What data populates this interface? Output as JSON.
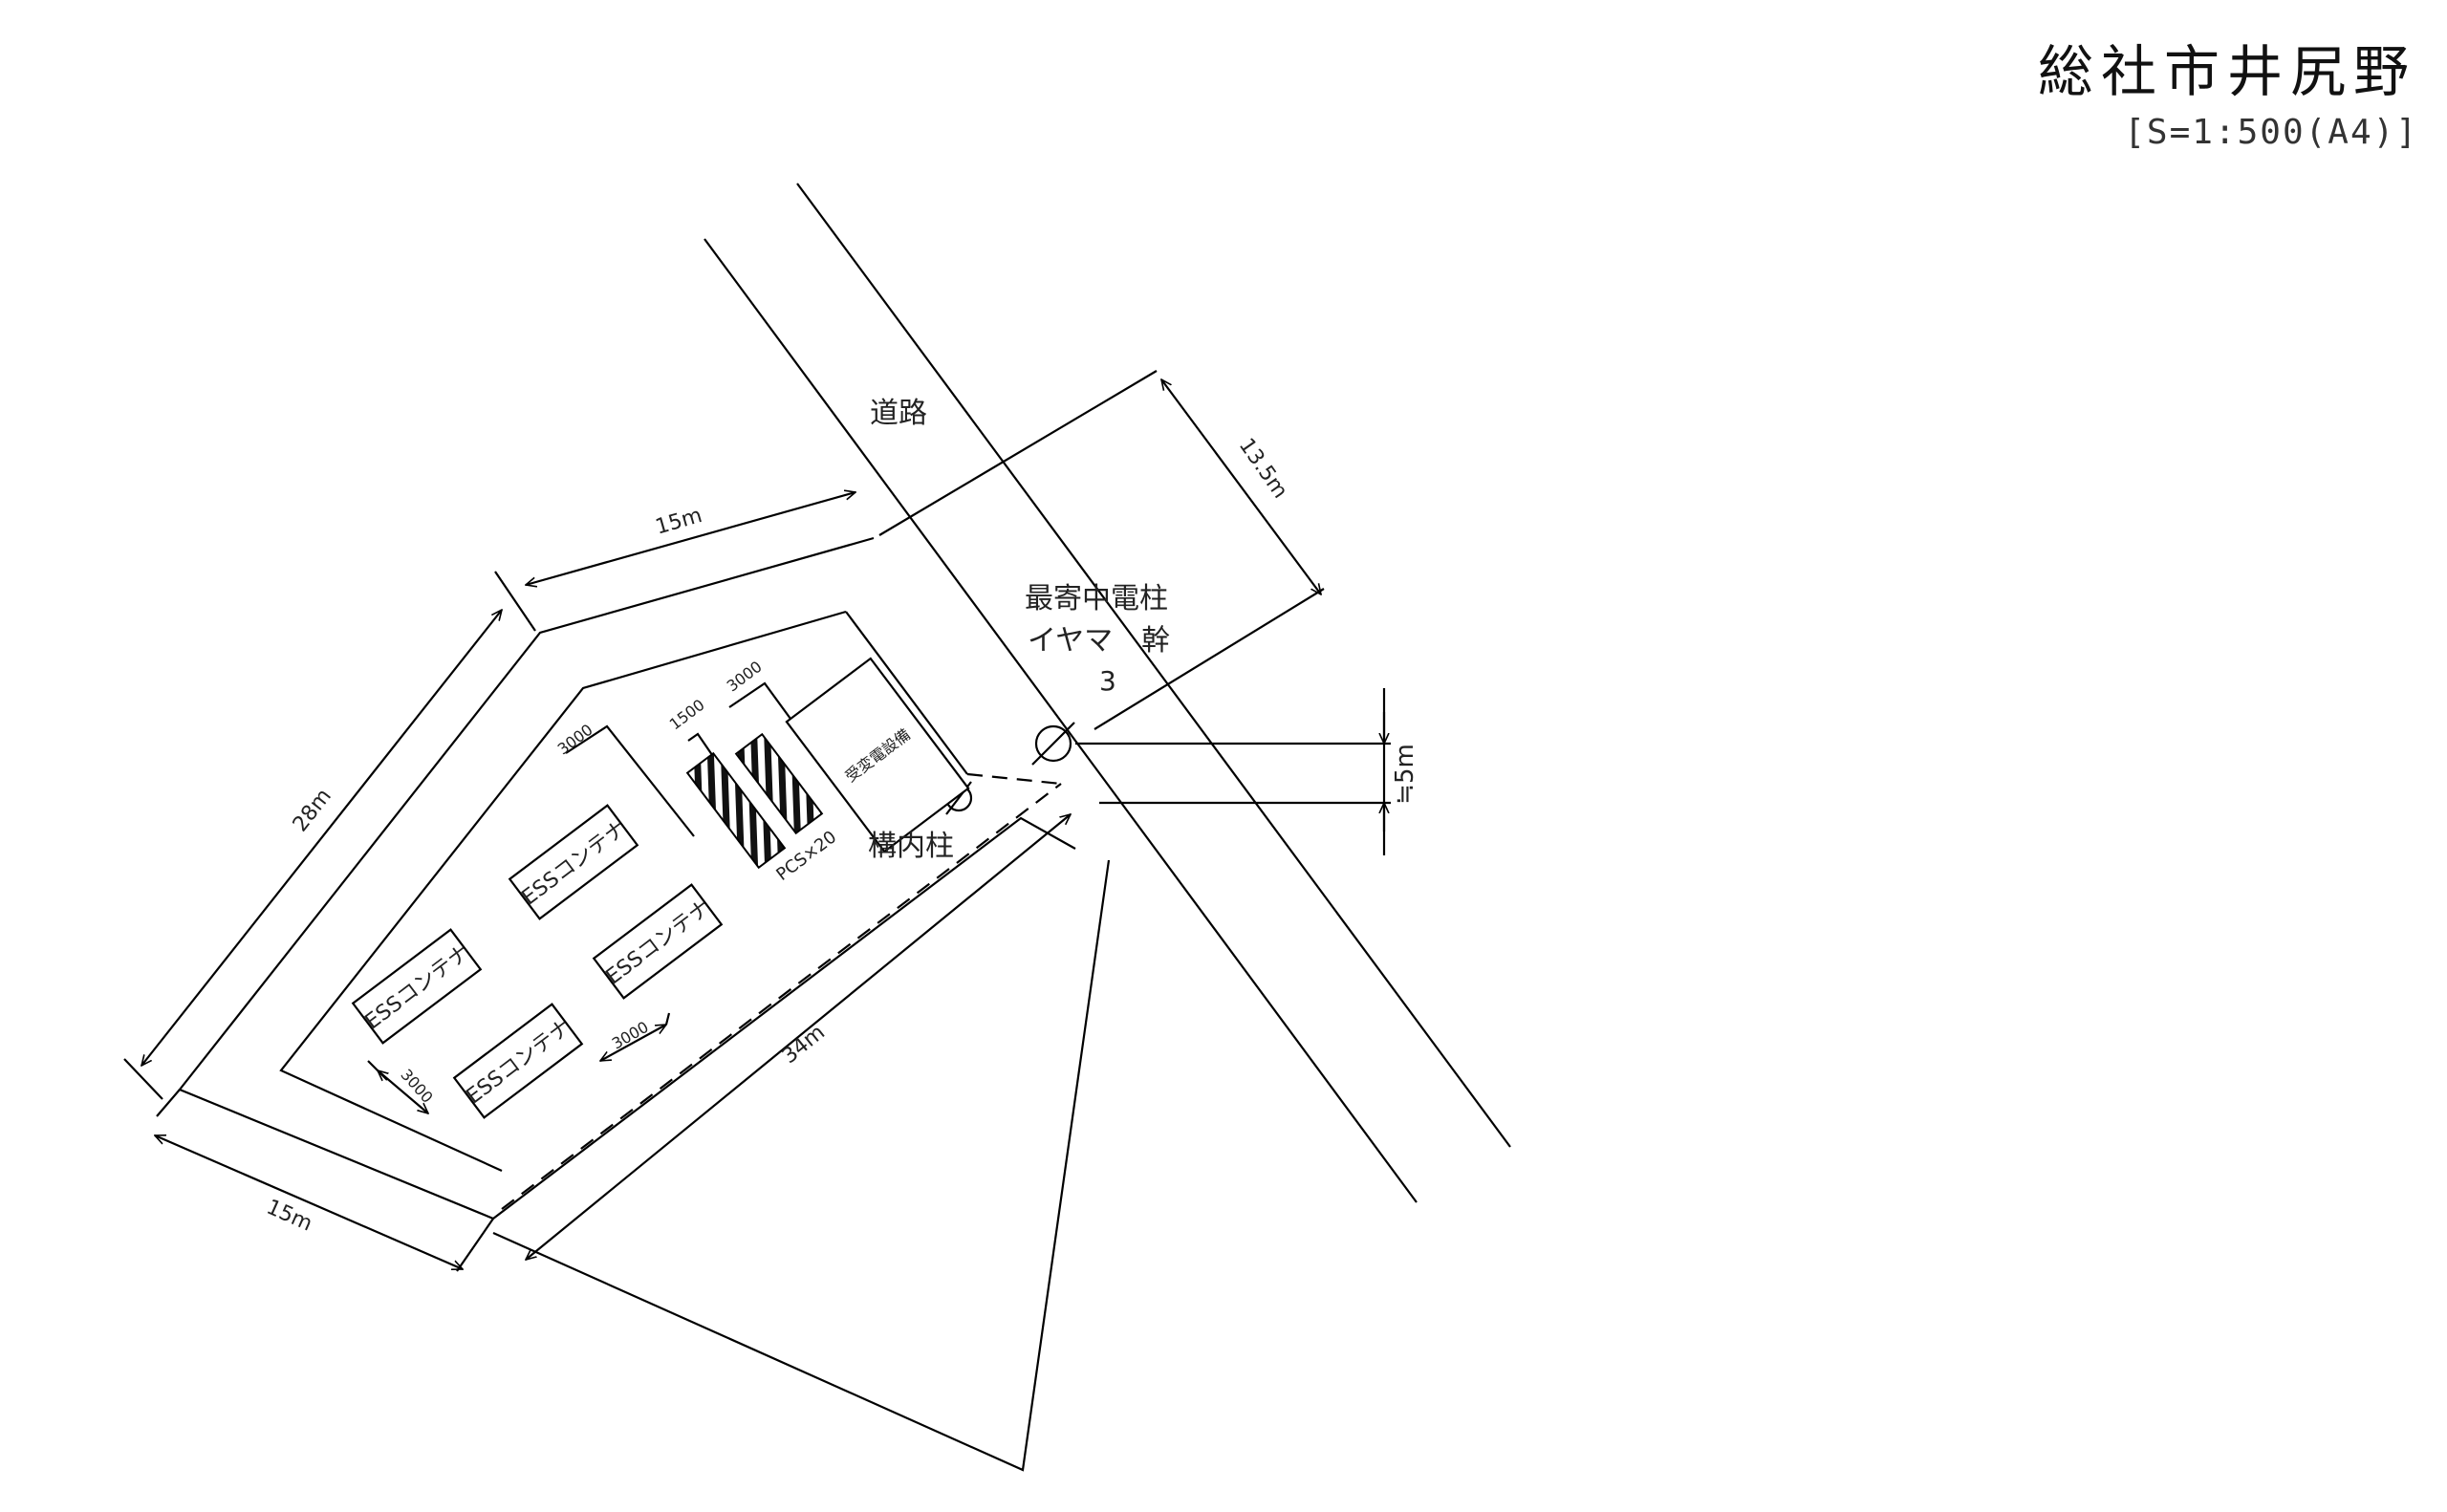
{
  "header": {
    "title": "総社市井尻野",
    "scale": "[S=1:500(A4)]"
  },
  "labels": {
    "road": "道路",
    "nearest_pole_line1": "最寄中電柱",
    "nearest_pole_line2": "イヤマ　幹",
    "nearest_pole_line3": "3",
    "onsite_pole": "構内柱",
    "pcs": "PCS×20",
    "transformer": "受変電設備"
  },
  "containers": [
    "ESSコンテナ",
    "ESSコンテナ",
    "ESSコンテナ",
    "ESSコンテナ"
  ],
  "dimensions": {
    "top": "15m",
    "left": "28m",
    "bottom_left": "15m",
    "bottom_right": "34m",
    "road_offset": "13.5m",
    "pole_gap": "≒5m",
    "gap_a": "3000",
    "gap_b": "1500",
    "gap_c": "3000",
    "gap_d": "3000",
    "gap_e": "3000"
  }
}
